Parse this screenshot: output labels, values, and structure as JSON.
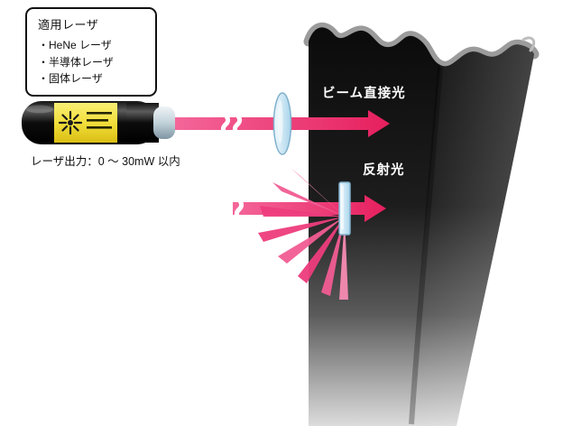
{
  "callout": {
    "title": "適用レーザ",
    "items": [
      "・HeNe レーザ",
      "・半導体レーザ",
      "・固体レーザ"
    ]
  },
  "laser": {
    "output_label": "レーザ出力：0 ～ 30mW 以内"
  },
  "beams": {
    "direct_label": "ビーム直接光",
    "reflected_label": "反射光"
  },
  "colors": {
    "beam_pink": "#e8316b",
    "beam_light_pink": "#f58fb4",
    "lens_blue": "#bfe0f0",
    "lens_outline": "#7fb0cc",
    "laser_label_yellow": "#f2df3c",
    "curtain_dark": "#0d0d0d",
    "curtain_light": "#d6d6d6",
    "background": "#ffffff"
  }
}
